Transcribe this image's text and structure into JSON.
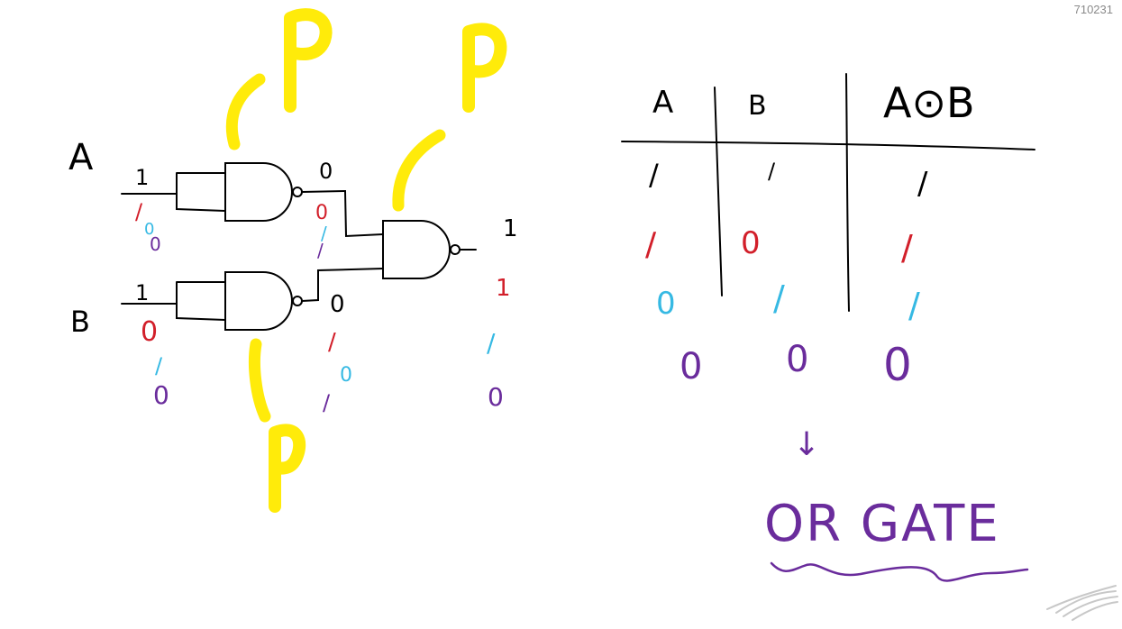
{
  "page": {
    "id": "710231"
  },
  "colors": {
    "ink": "#000000",
    "red": "#d21f2a",
    "cyan": "#36b9e3",
    "purple": "#6a2c9c",
    "highlight": "#ffeb0a",
    "logo": "#c8c8c8"
  },
  "circuit": {
    "input_a": "A",
    "input_b": "B",
    "a_values": [
      "1",
      "/",
      "0",
      "0"
    ],
    "b_values": [
      "1",
      "0",
      "/",
      "0"
    ],
    "gate1_out_values": [
      "0",
      "0",
      "/",
      "/"
    ],
    "gate2_out_values": [
      "0",
      "/",
      "0",
      "/"
    ],
    "final_out_values": [
      "1",
      "1",
      "/",
      "0"
    ],
    "highlight_marks": [
      "P",
      "P",
      "P"
    ]
  },
  "truth_table": {
    "headers": [
      "A",
      "B",
      "A⊙B"
    ],
    "rows": [
      {
        "a": "/",
        "b": "/",
        "out": "/",
        "color": "black"
      },
      {
        "a": "/",
        "b": "0",
        "out": "/",
        "color": "red"
      },
      {
        "a": "0",
        "b": "/",
        "out": "/",
        "color": "cyan"
      },
      {
        "a": "0",
        "b": "0",
        "out": "0",
        "color": "purple"
      }
    ]
  },
  "conclusion": {
    "arrow": "↓",
    "label": "OR GATE"
  },
  "logo_icon": "wave-logo-icon"
}
